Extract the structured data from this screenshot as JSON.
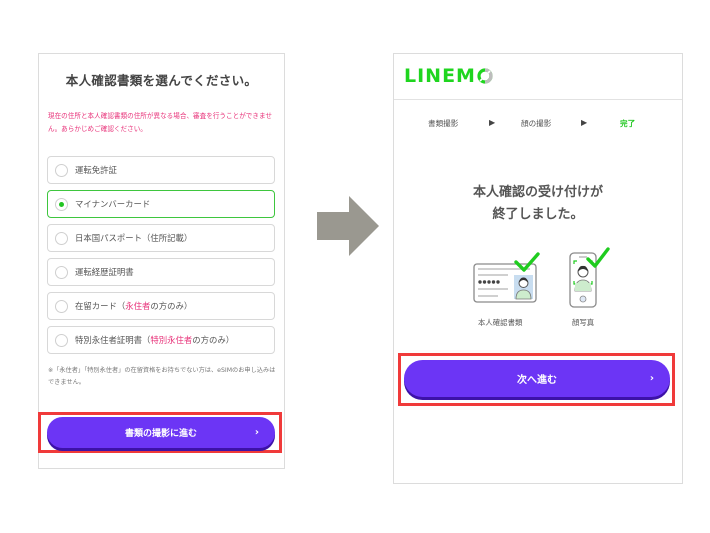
{
  "left_panel": {
    "title": "本人確認書類を選んでください。",
    "warning": "現在の住所と本人確認書類の住所が異なる場合、審査を行うことができません。あらかじめご確認ください。",
    "options": [
      {
        "label": "運転免許証",
        "selected": false
      },
      {
        "label": "マイナンバーカード",
        "selected": true
      },
      {
        "label": "日本国パスポート（住所記載）",
        "selected": false
      },
      {
        "label": "運転経歴証明書",
        "selected": false
      },
      {
        "label_prefix": "在留カード（",
        "label_highlight": "永住者",
        "label_suffix": "の方のみ）",
        "selected": false
      },
      {
        "label_prefix": "特別永住者証明書（",
        "label_highlight": "特別永住者",
        "label_suffix": "の方のみ）",
        "selected": false
      }
    ],
    "note": "※「永住者」「特別永住者」の在留資格をお持ちでない方は、eSIMのお申し込みはできません。",
    "button": {
      "label": "書類の撮影に進む",
      "chevron": "›"
    }
  },
  "arrow": {
    "icon": "right-arrow-icon",
    "color": "#9a9890"
  },
  "right_panel": {
    "logo": {
      "text": "LINEM",
      "last_letter": "O"
    },
    "steps": [
      {
        "label": "書類撮影",
        "state": "done"
      },
      {
        "label": "▶"
      },
      {
        "label": "顔の撮影",
        "state": "done"
      },
      {
        "label": "▶"
      },
      {
        "label": "完了",
        "state": "current"
      }
    ],
    "title_line1": "本人確認の受け付けが",
    "title_line2": "終了しました。",
    "illustrations": [
      {
        "icon": "id-card-check-icon",
        "caption": "本人確認書類"
      },
      {
        "icon": "phone-face-check-icon",
        "caption": "顔写真"
      }
    ],
    "button": {
      "label": "次へ進む",
      "chevron": "›"
    }
  },
  "colors": {
    "brand_green": "#1fd51f",
    "button_purple": "#6c35f5",
    "button_shadow": "#3d12a8",
    "warning_pink": "#e8337a",
    "highlight_red": "#f03a3a",
    "selected_border": "#3ec63e"
  }
}
